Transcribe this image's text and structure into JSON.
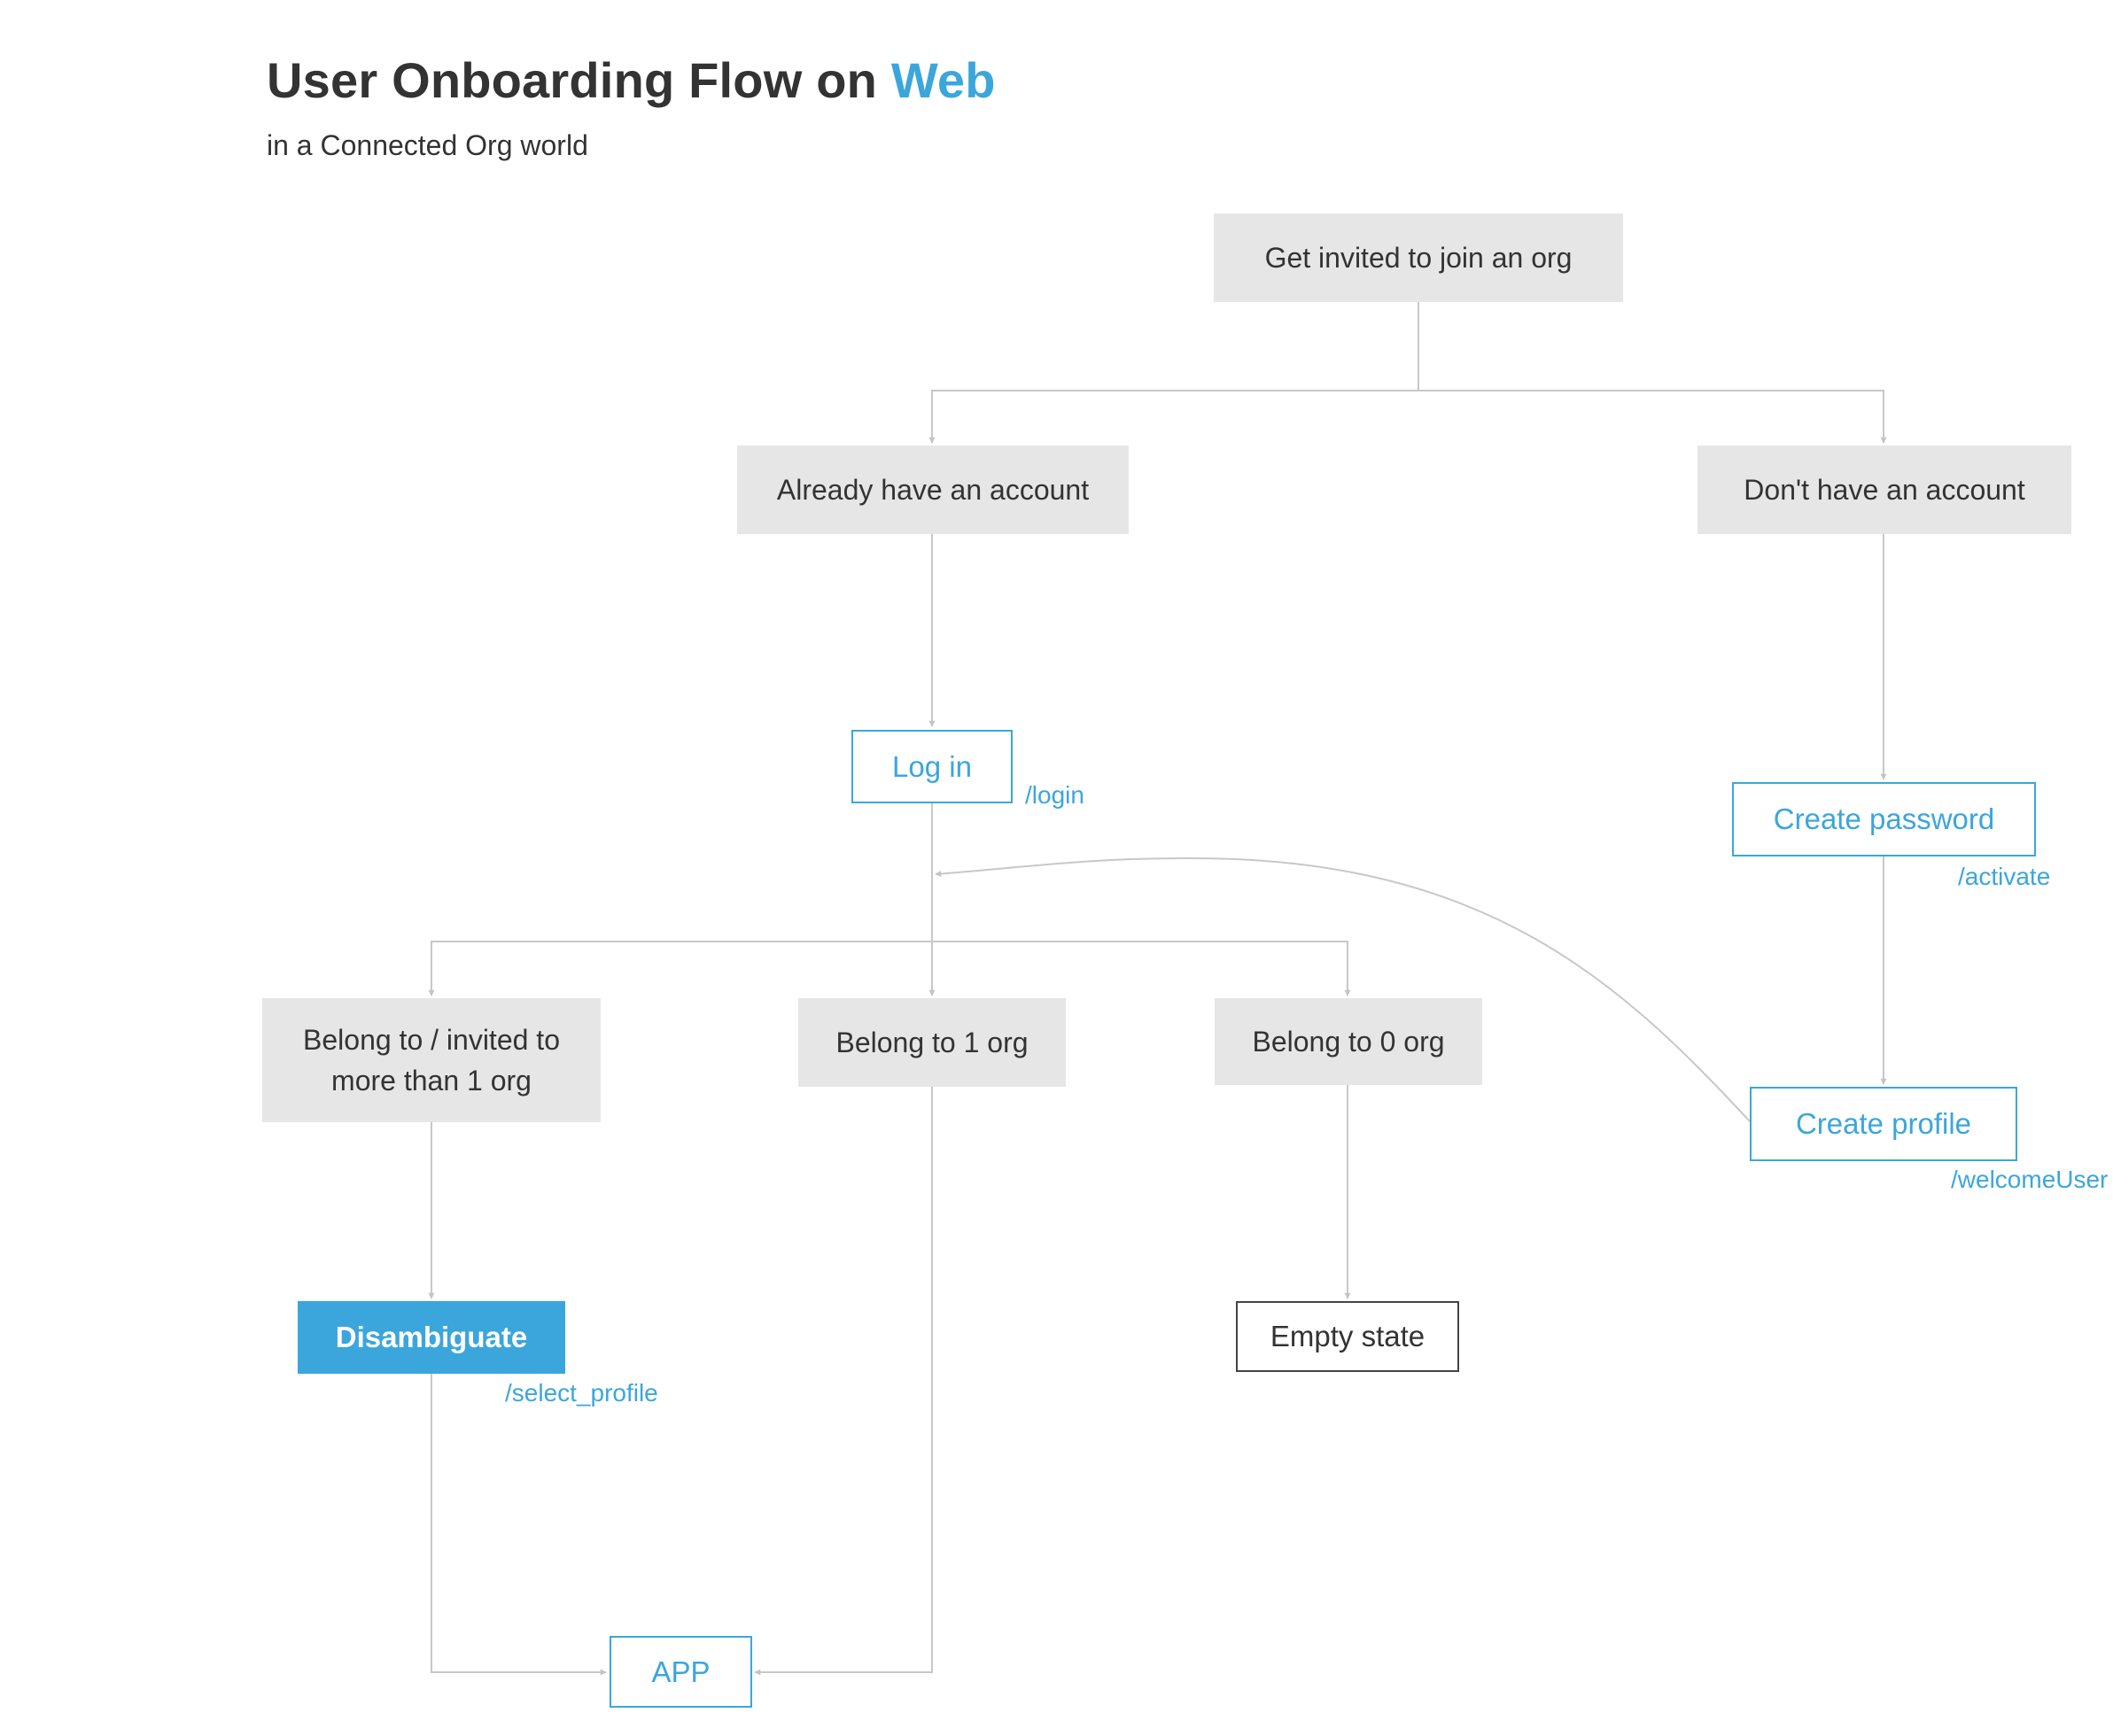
{
  "header": {
    "title": "User Onboarding Flow on ",
    "title_accent": "Web",
    "subtitle": "in a Connected Org world"
  },
  "nodes": {
    "invited": "Get invited to join an org",
    "have_account": "Already have an account",
    "no_account": "Don't have an account",
    "login": "Log in",
    "create_password": "Create password",
    "create_profile": "Create profile",
    "belong_many_line1": "Belong to / invited to",
    "belong_many_line2": "more than 1 org",
    "belong_one": "Belong to 1 org",
    "belong_zero": "Belong to 0 org",
    "disambiguate": "Disambiguate",
    "empty_state": "Empty state",
    "app": "APP"
  },
  "routes": {
    "login": "/login",
    "activate": "/activate",
    "welcome_user": "/welcomeUser",
    "select_profile": "/select_profile"
  },
  "colors": {
    "accent": "#3ba6dc",
    "node_fill": "#e6e6e6",
    "connector": "#c8c8c8",
    "text": "#333333"
  }
}
